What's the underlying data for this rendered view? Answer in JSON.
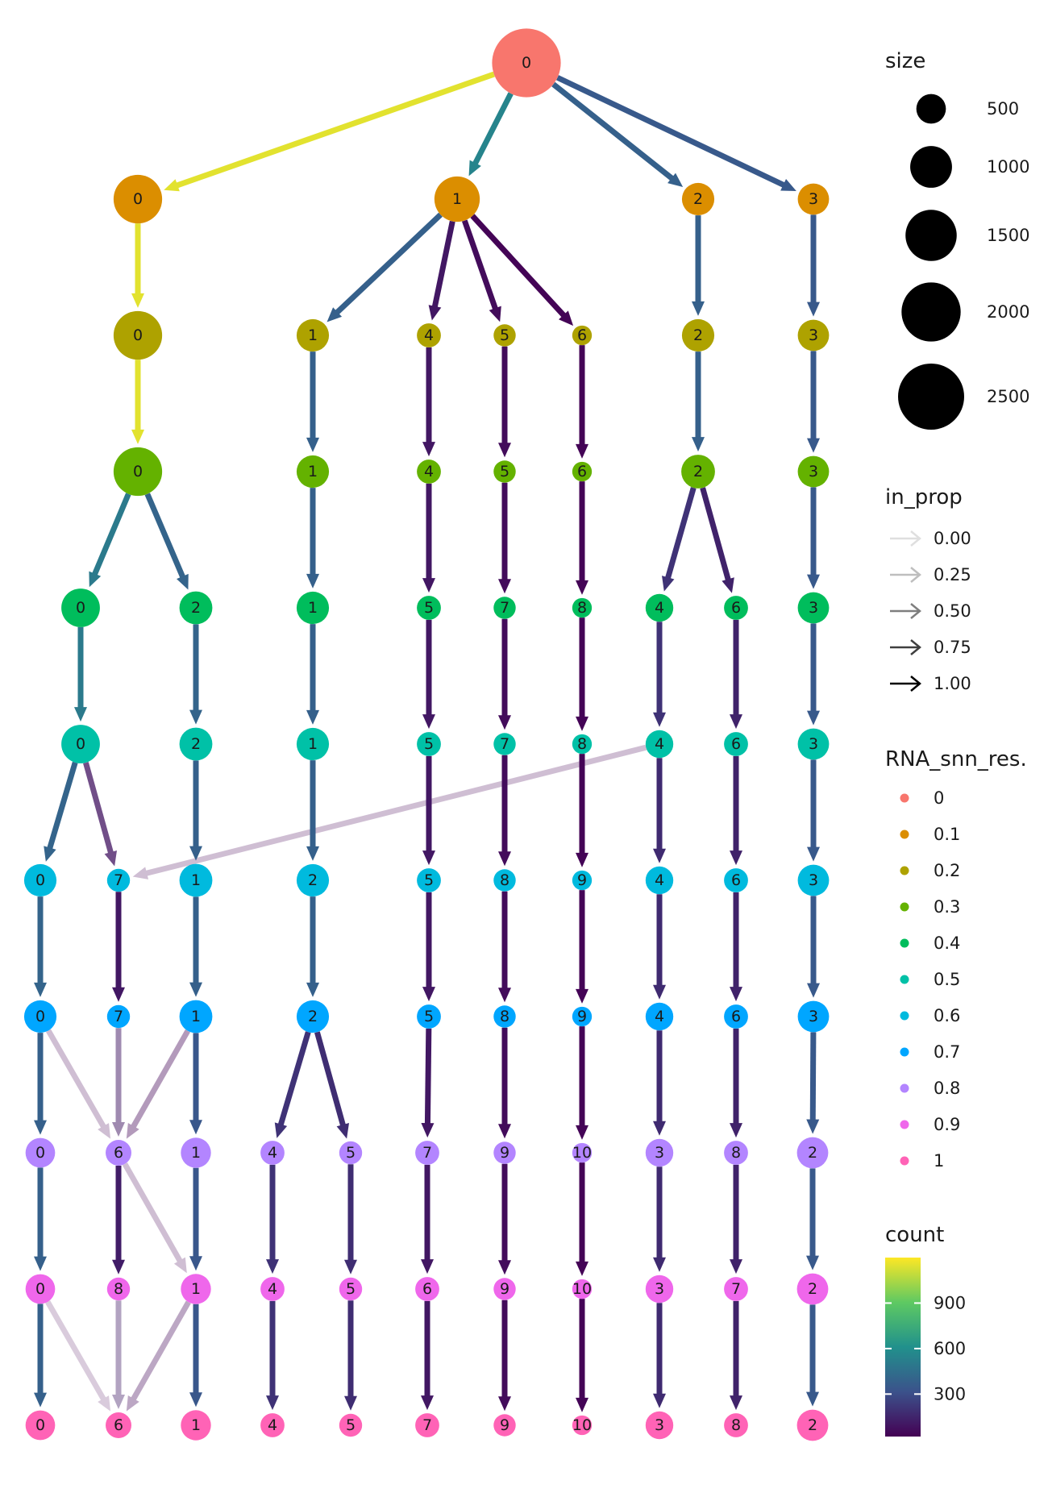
{
  "resolutions": [
    "0",
    "0.1",
    "0.2",
    "0.3",
    "0.4",
    "0.5",
    "0.6",
    "0.7",
    "0.8",
    "0.9",
    "1"
  ],
  "resolution_colors": [
    "#f8766d",
    "#db8e00",
    "#aea200",
    "#64b200",
    "#00bd5c",
    "#00c1a7",
    "#00bade",
    "#00a6ff",
    "#b385ff",
    "#ef67eb",
    "#ff63b6"
  ],
  "nodes": [
    {
      "id": "r0_0",
      "res": 0,
      "label": "0",
      "size": 2700
    },
    {
      "id": "r1_0",
      "res": 1,
      "label": "0",
      "size": 1350
    },
    {
      "id": "r1_1",
      "res": 1,
      "label": "1",
      "size": 1180
    },
    {
      "id": "r1_2",
      "res": 1,
      "label": "2",
      "size": 600
    },
    {
      "id": "r1_3",
      "res": 1,
      "label": "3",
      "size": 560
    },
    {
      "id": "r2_0",
      "res": 2,
      "label": "0",
      "size": 1350
    },
    {
      "id": "r2_1",
      "res": 2,
      "label": "1",
      "size": 600
    },
    {
      "id": "r2_4",
      "res": 2,
      "label": "4",
      "size": 330
    },
    {
      "id": "r2_5",
      "res": 2,
      "label": "5",
      "size": 280
    },
    {
      "id": "r2_6",
      "res": 2,
      "label": "6",
      "size": 220
    },
    {
      "id": "r2_2",
      "res": 2,
      "label": "2",
      "size": 600
    },
    {
      "id": "r2_3",
      "res": 2,
      "label": "3",
      "size": 560
    },
    {
      "id": "r3_0",
      "res": 3,
      "label": "0",
      "size": 1350
    },
    {
      "id": "r3_1",
      "res": 3,
      "label": "1",
      "size": 600
    },
    {
      "id": "r3_4",
      "res": 3,
      "label": "4",
      "size": 330
    },
    {
      "id": "r3_5",
      "res": 3,
      "label": "5",
      "size": 280
    },
    {
      "id": "r3_6",
      "res": 3,
      "label": "6",
      "size": 220
    },
    {
      "id": "r3_2",
      "res": 3,
      "label": "2",
      "size": 650
    },
    {
      "id": "r3_3",
      "res": 3,
      "label": "3",
      "size": 560
    },
    {
      "id": "r4_0",
      "res": 4,
      "label": "0",
      "size": 850
    },
    {
      "id": "r4_2",
      "res": 4,
      "label": "2",
      "size": 620
    },
    {
      "id": "r4_1",
      "res": 4,
      "label": "1",
      "size": 600
    },
    {
      "id": "r4_5",
      "res": 4,
      "label": "5",
      "size": 330
    },
    {
      "id": "r4_7",
      "res": 4,
      "label": "7",
      "size": 280
    },
    {
      "id": "r4_8",
      "res": 4,
      "label": "8",
      "size": 220
    },
    {
      "id": "r4_4",
      "res": 4,
      "label": "4",
      "size": 440
    },
    {
      "id": "r4_6",
      "res": 4,
      "label": "6",
      "size": 330
    },
    {
      "id": "r4_3",
      "res": 4,
      "label": "3",
      "size": 560
    },
    {
      "id": "r5_0",
      "res": 5,
      "label": "0",
      "size": 850
    },
    {
      "id": "r5_2",
      "res": 5,
      "label": "2",
      "size": 620
    },
    {
      "id": "r5_1",
      "res": 5,
      "label": "1",
      "size": 600
    },
    {
      "id": "r5_5",
      "res": 5,
      "label": "5",
      "size": 330
    },
    {
      "id": "r5_7",
      "res": 5,
      "label": "7",
      "size": 280
    },
    {
      "id": "r5_8",
      "res": 5,
      "label": "8",
      "size": 220
    },
    {
      "id": "r5_4",
      "res": 5,
      "label": "4",
      "size": 440
    },
    {
      "id": "r5_6",
      "res": 5,
      "label": "6",
      "size": 330
    },
    {
      "id": "r5_3",
      "res": 5,
      "label": "3",
      "size": 560
    },
    {
      "id": "r6_0",
      "res": 6,
      "label": "0",
      "size": 600
    },
    {
      "id": "r6_7",
      "res": 6,
      "label": "7",
      "size": 300
    },
    {
      "id": "r6_1",
      "res": 6,
      "label": "1",
      "size": 620
    },
    {
      "id": "r6_2",
      "res": 6,
      "label": "2",
      "size": 600
    },
    {
      "id": "r6_5",
      "res": 6,
      "label": "5",
      "size": 330
    },
    {
      "id": "r6_8",
      "res": 6,
      "label": "8",
      "size": 280
    },
    {
      "id": "r6_9",
      "res": 6,
      "label": "9",
      "size": 220
    },
    {
      "id": "r6_4",
      "res": 6,
      "label": "4",
      "size": 440
    },
    {
      "id": "r6_6",
      "res": 6,
      "label": "6",
      "size": 330
    },
    {
      "id": "r6_3",
      "res": 6,
      "label": "3",
      "size": 560
    },
    {
      "id": "r7_0",
      "res": 7,
      "label": "0",
      "size": 600
    },
    {
      "id": "r7_7",
      "res": 7,
      "label": "7",
      "size": 300
    },
    {
      "id": "r7_1",
      "res": 7,
      "label": "1",
      "size": 620
    },
    {
      "id": "r7_2",
      "res": 7,
      "label": "2",
      "size": 600
    },
    {
      "id": "r7_5",
      "res": 7,
      "label": "5",
      "size": 330
    },
    {
      "id": "r7_8",
      "res": 7,
      "label": "8",
      "size": 280
    },
    {
      "id": "r7_9",
      "res": 7,
      "label": "9",
      "size": 220
    },
    {
      "id": "r7_4",
      "res": 7,
      "label": "4",
      "size": 440
    },
    {
      "id": "r7_6",
      "res": 7,
      "label": "6",
      "size": 330
    },
    {
      "id": "r7_3",
      "res": 7,
      "label": "3",
      "size": 560
    },
    {
      "id": "r8_0",
      "res": 8,
      "label": "0",
      "size": 500
    },
    {
      "id": "r8_6",
      "res": 8,
      "label": "6",
      "size": 380
    },
    {
      "id": "r8_1",
      "res": 8,
      "label": "1",
      "size": 520
    },
    {
      "id": "r8_4",
      "res": 8,
      "label": "4",
      "size": 330
    },
    {
      "id": "r8_5",
      "res": 8,
      "label": "5",
      "size": 300
    },
    {
      "id": "r8_7",
      "res": 8,
      "label": "7",
      "size": 330
    },
    {
      "id": "r8_9",
      "res": 8,
      "label": "9",
      "size": 280
    },
    {
      "id": "r8_10",
      "res": 8,
      "label": "10",
      "size": 220
    },
    {
      "id": "r8_3",
      "res": 8,
      "label": "3",
      "size": 440
    },
    {
      "id": "r8_8",
      "res": 8,
      "label": "8",
      "size": 330
    },
    {
      "id": "r8_2",
      "res": 8,
      "label": "2",
      "size": 560
    },
    {
      "id": "r9_0",
      "res": 9,
      "label": "0",
      "size": 500
    },
    {
      "id": "r9_8",
      "res": 9,
      "label": "8",
      "size": 300
    },
    {
      "id": "r9_1",
      "res": 9,
      "label": "1",
      "size": 520
    },
    {
      "id": "r9_4",
      "res": 9,
      "label": "4",
      "size": 330
    },
    {
      "id": "r9_5",
      "res": 9,
      "label": "5",
      "size": 300
    },
    {
      "id": "r9_6",
      "res": 9,
      "label": "6",
      "size": 330
    },
    {
      "id": "r9_9",
      "res": 9,
      "label": "9",
      "size": 280
    },
    {
      "id": "r9_10",
      "res": 9,
      "label": "10",
      "size": 220
    },
    {
      "id": "r9_3",
      "res": 9,
      "label": "3",
      "size": 440
    },
    {
      "id": "r9_7",
      "res": 9,
      "label": "7",
      "size": 330
    },
    {
      "id": "r9_2",
      "res": 9,
      "label": "2",
      "size": 560
    },
    {
      "id": "r10_0",
      "res": 10,
      "label": "0",
      "size": 500
    },
    {
      "id": "r10_6",
      "res": 10,
      "label": "6",
      "size": 380
    },
    {
      "id": "r10_1",
      "res": 10,
      "label": "1",
      "size": 520
    },
    {
      "id": "r10_4",
      "res": 10,
      "label": "4",
      "size": 330
    },
    {
      "id": "r10_5",
      "res": 10,
      "label": "5",
      "size": 300
    },
    {
      "id": "r10_7",
      "res": 10,
      "label": "7",
      "size": 330
    },
    {
      "id": "r10_9",
      "res": 10,
      "label": "9",
      "size": 280
    },
    {
      "id": "r10_10",
      "res": 10,
      "label": "10",
      "size": 220
    },
    {
      "id": "r10_3",
      "res": 10,
      "label": "3",
      "size": 440
    },
    {
      "id": "r10_8",
      "res": 10,
      "label": "8",
      "size": 330
    },
    {
      "id": "r10_2",
      "res": 10,
      "label": "2",
      "size": 560
    }
  ],
  "edges": [
    {
      "from": "r0_0",
      "to": "r1_0",
      "count": 1150,
      "in_prop": 1.0
    },
    {
      "from": "r0_0",
      "to": "r1_1",
      "count": 550,
      "in_prop": 1.0
    },
    {
      "from": "r0_0",
      "to": "r1_2",
      "count": 380,
      "in_prop": 1.0
    },
    {
      "from": "r0_0",
      "to": "r1_3",
      "count": 350,
      "in_prop": 1.0
    },
    {
      "from": "r1_0",
      "to": "r2_0",
      "count": 1150,
      "in_prop": 1.0
    },
    {
      "from": "r1_1",
      "to": "r2_1",
      "count": 380,
      "in_prop": 1.0
    },
    {
      "from": "r1_1",
      "to": "r2_4",
      "count": 100,
      "in_prop": 1.0
    },
    {
      "from": "r1_1",
      "to": "r2_5",
      "count": 60,
      "in_prop": 1.0
    },
    {
      "from": "r1_1",
      "to": "r2_6",
      "count": 30,
      "in_prop": 1.0
    },
    {
      "from": "r1_2",
      "to": "r2_2",
      "count": 380,
      "in_prop": 1.0
    },
    {
      "from": "r1_3",
      "to": "r2_3",
      "count": 350,
      "in_prop": 1.0
    },
    {
      "from": "r2_0",
      "to": "r3_0",
      "count": 1150,
      "in_prop": 1.0
    },
    {
      "from": "r2_1",
      "to": "r3_1",
      "count": 380,
      "in_prop": 1.0
    },
    {
      "from": "r2_4",
      "to": "r3_4",
      "count": 100,
      "in_prop": 1.0
    },
    {
      "from": "r2_5",
      "to": "r3_5",
      "count": 60,
      "in_prop": 1.0
    },
    {
      "from": "r2_6",
      "to": "r3_6",
      "count": 30,
      "in_prop": 1.0
    },
    {
      "from": "r2_2",
      "to": "r3_2",
      "count": 380,
      "in_prop": 1.0
    },
    {
      "from": "r2_3",
      "to": "r3_3",
      "count": 350,
      "in_prop": 1.0
    },
    {
      "from": "r3_0",
      "to": "r4_0",
      "count": 500,
      "in_prop": 1.0
    },
    {
      "from": "r3_0",
      "to": "r4_2",
      "count": 400,
      "in_prop": 1.0
    },
    {
      "from": "r3_1",
      "to": "r4_1",
      "count": 380,
      "in_prop": 1.0
    },
    {
      "from": "r3_4",
      "to": "r4_5",
      "count": 100,
      "in_prop": 1.0
    },
    {
      "from": "r3_5",
      "to": "r4_7",
      "count": 60,
      "in_prop": 1.0
    },
    {
      "from": "r3_6",
      "to": "r4_8",
      "count": 30,
      "in_prop": 1.0
    },
    {
      "from": "r3_2",
      "to": "r4_4",
      "count": 200,
      "in_prop": 1.0
    },
    {
      "from": "r3_2",
      "to": "r4_6",
      "count": 140,
      "in_prop": 1.0
    },
    {
      "from": "r3_3",
      "to": "r4_3",
      "count": 350,
      "in_prop": 1.0
    },
    {
      "from": "r4_0",
      "to": "r5_0",
      "count": 500,
      "in_prop": 1.0
    },
    {
      "from": "r4_2",
      "to": "r5_2",
      "count": 400,
      "in_prop": 1.0
    },
    {
      "from": "r4_1",
      "to": "r5_1",
      "count": 380,
      "in_prop": 1.0
    },
    {
      "from": "r4_5",
      "to": "r5_5",
      "count": 100,
      "in_prop": 1.0
    },
    {
      "from": "r4_7",
      "to": "r5_7",
      "count": 60,
      "in_prop": 1.0
    },
    {
      "from": "r4_8",
      "to": "r5_8",
      "count": 30,
      "in_prop": 1.0
    },
    {
      "from": "r4_4",
      "to": "r5_4",
      "count": 200,
      "in_prop": 1.0
    },
    {
      "from": "r4_6",
      "to": "r5_6",
      "count": 140,
      "in_prop": 1.0
    },
    {
      "from": "r4_3",
      "to": "r5_3",
      "count": 350,
      "in_prop": 1.0
    },
    {
      "from": "r5_0",
      "to": "r6_0",
      "count": 400,
      "in_prop": 1.0
    },
    {
      "from": "r5_0",
      "to": "r6_7",
      "count": 90,
      "in_prop": 0.75
    },
    {
      "from": "r5_4",
      "to": "r6_7",
      "count": 20,
      "in_prop": 0.25
    },
    {
      "from": "r5_2",
      "to": "r6_1",
      "count": 380,
      "in_prop": 1.0
    },
    {
      "from": "r5_1",
      "to": "r6_2",
      "count": 380,
      "in_prop": 1.0
    },
    {
      "from": "r5_5",
      "to": "r6_5",
      "count": 100,
      "in_prop": 1.0
    },
    {
      "from": "r5_7",
      "to": "r6_8",
      "count": 60,
      "in_prop": 1.0
    },
    {
      "from": "r5_8",
      "to": "r6_9",
      "count": 30,
      "in_prop": 1.0
    },
    {
      "from": "r5_4",
      "to": "r6_4",
      "count": 170,
      "in_prop": 1.0
    },
    {
      "from": "r5_6",
      "to": "r6_6",
      "count": 140,
      "in_prop": 1.0
    },
    {
      "from": "r5_3",
      "to": "r6_3",
      "count": 350,
      "in_prop": 1.0
    },
    {
      "from": "r6_0",
      "to": "r7_0",
      "count": 400,
      "in_prop": 1.0
    },
    {
      "from": "r6_7",
      "to": "r7_7",
      "count": 100,
      "in_prop": 1.0
    },
    {
      "from": "r6_1",
      "to": "r7_1",
      "count": 380,
      "in_prop": 1.0
    },
    {
      "from": "r6_2",
      "to": "r7_2",
      "count": 380,
      "in_prop": 1.0
    },
    {
      "from": "r6_5",
      "to": "r7_5",
      "count": 100,
      "in_prop": 1.0
    },
    {
      "from": "r6_8",
      "to": "r7_8",
      "count": 60,
      "in_prop": 1.0
    },
    {
      "from": "r6_9",
      "to": "r7_9",
      "count": 30,
      "in_prop": 1.0
    },
    {
      "from": "r6_4",
      "to": "r7_4",
      "count": 170,
      "in_prop": 1.0
    },
    {
      "from": "r6_6",
      "to": "r7_6",
      "count": 140,
      "in_prop": 1.0
    },
    {
      "from": "r6_3",
      "to": "r7_3",
      "count": 350,
      "in_prop": 1.0
    },
    {
      "from": "r7_0",
      "to": "r8_0",
      "count": 380,
      "in_prop": 1.0
    },
    {
      "from": "r7_0",
      "to": "r8_6",
      "count": 20,
      "in_prop": 0.25
    },
    {
      "from": "r7_7",
      "to": "r8_6",
      "count": 100,
      "in_prop": 0.5
    },
    {
      "from": "r7_1",
      "to": "r8_6",
      "count": 40,
      "in_prop": 0.4
    },
    {
      "from": "r7_1",
      "to": "r8_1",
      "count": 340,
      "in_prop": 1.0
    },
    {
      "from": "r7_2",
      "to": "r8_4",
      "count": 200,
      "in_prop": 1.0
    },
    {
      "from": "r7_2",
      "to": "r8_5",
      "count": 180,
      "in_prop": 1.0
    },
    {
      "from": "r7_5",
      "to": "r8_7",
      "count": 100,
      "in_prop": 1.0
    },
    {
      "from": "r7_8",
      "to": "r8_9",
      "count": 60,
      "in_prop": 1.0
    },
    {
      "from": "r7_9",
      "to": "r8_10",
      "count": 30,
      "in_prop": 1.0
    },
    {
      "from": "r7_4",
      "to": "r8_3",
      "count": 170,
      "in_prop": 1.0
    },
    {
      "from": "r7_6",
      "to": "r8_8",
      "count": 140,
      "in_prop": 1.0
    },
    {
      "from": "r7_3",
      "to": "r8_2",
      "count": 350,
      "in_prop": 1.0
    },
    {
      "from": "r8_0",
      "to": "r9_0",
      "count": 380,
      "in_prop": 1.0
    },
    {
      "from": "r8_6",
      "to": "r9_8",
      "count": 120,
      "in_prop": 1.0
    },
    {
      "from": "r8_6",
      "to": "r9_1",
      "count": 20,
      "in_prop": 0.25
    },
    {
      "from": "r8_1",
      "to": "r9_1",
      "count": 340,
      "in_prop": 1.0
    },
    {
      "from": "r8_4",
      "to": "r9_4",
      "count": 200,
      "in_prop": 1.0
    },
    {
      "from": "r8_5",
      "to": "r9_5",
      "count": 180,
      "in_prop": 1.0
    },
    {
      "from": "r8_7",
      "to": "r9_6",
      "count": 100,
      "in_prop": 1.0
    },
    {
      "from": "r8_9",
      "to": "r9_9",
      "count": 60,
      "in_prop": 1.0
    },
    {
      "from": "r8_10",
      "to": "r9_10",
      "count": 30,
      "in_prop": 1.0
    },
    {
      "from": "r8_3",
      "to": "r9_3",
      "count": 170,
      "in_prop": 1.0
    },
    {
      "from": "r8_8",
      "to": "r9_7",
      "count": 140,
      "in_prop": 1.0
    },
    {
      "from": "r8_2",
      "to": "r9_2",
      "count": 350,
      "in_prop": 1.0
    },
    {
      "from": "r9_0",
      "to": "r10_0",
      "count": 380,
      "in_prop": 1.0
    },
    {
      "from": "r9_0",
      "to": "r10_6",
      "count": 20,
      "in_prop": 0.2
    },
    {
      "from": "r9_8",
      "to": "r10_6",
      "count": 120,
      "in_prop": 0.4
    },
    {
      "from": "r9_1",
      "to": "r10_6",
      "count": 40,
      "in_prop": 0.35
    },
    {
      "from": "r9_1",
      "to": "r10_1",
      "count": 340,
      "in_prop": 1.0
    },
    {
      "from": "r9_4",
      "to": "r10_4",
      "count": 200,
      "in_prop": 1.0
    },
    {
      "from": "r9_5",
      "to": "r10_5",
      "count": 180,
      "in_prop": 1.0
    },
    {
      "from": "r9_6",
      "to": "r10_7",
      "count": 100,
      "in_prop": 1.0
    },
    {
      "from": "r9_9",
      "to": "r10_9",
      "count": 60,
      "in_prop": 1.0
    },
    {
      "from": "r9_10",
      "to": "r10_10",
      "count": 30,
      "in_prop": 1.0
    },
    {
      "from": "r9_3",
      "to": "r10_3",
      "count": 170,
      "in_prop": 1.0
    },
    {
      "from": "r9_7",
      "to": "r10_8",
      "count": 140,
      "in_prop": 1.0
    },
    {
      "from": "r9_2",
      "to": "r10_2",
      "count": 350,
      "in_prop": 1.0
    }
  ],
  "legend": {
    "size": {
      "title": "size",
      "items": [
        {
          "label": "500",
          "value": 500
        },
        {
          "label": "1000",
          "value": 1000
        },
        {
          "label": "1500",
          "value": 1500
        },
        {
          "label": "2000",
          "value": 2000
        },
        {
          "label": "2500",
          "value": 2500
        }
      ]
    },
    "in_prop": {
      "title": "in_prop",
      "items": [
        {
          "label": "0.00",
          "value": 0.0
        },
        {
          "label": "0.25",
          "value": 0.25
        },
        {
          "label": "0.50",
          "value": 0.5
        },
        {
          "label": "0.75",
          "value": 0.75
        },
        {
          "label": "1.00",
          "value": 1.0
        }
      ]
    },
    "resolution": {
      "title": "RNA_snn_res.",
      "items": [
        "0",
        "0.1",
        "0.2",
        "0.3",
        "0.4",
        "0.5",
        "0.6",
        "0.7",
        "0.8",
        "0.9",
        "1"
      ]
    },
    "count": {
      "title": "count",
      "ticks": [
        "900",
        "600",
        "300"
      ],
      "tick_values": [
        900,
        600,
        300
      ],
      "min": 20,
      "max": 1200,
      "colors": [
        "#440154",
        "#3b528b",
        "#21918c",
        "#5ec962",
        "#fde725"
      ]
    }
  }
}
